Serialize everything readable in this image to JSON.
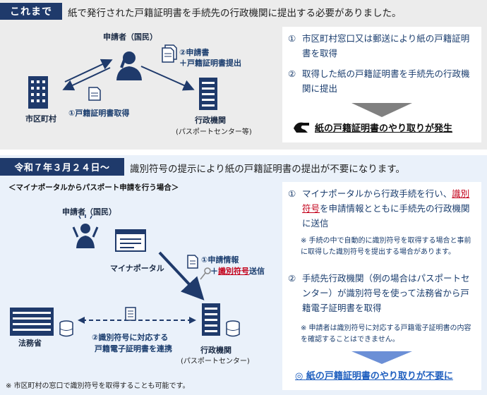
{
  "before": {
    "tag": "これまで",
    "heading": "紙で発行された戸籍証明書を手続先の行政機関に提出する必要がありました。",
    "applicant": "申請者（国民）",
    "municipality": "市区町村",
    "step1_label": "①戸籍証明書取得",
    "step2_label_a": "②申請書",
    "step2_label_b": "＋戸籍証明書提出",
    "agency": "行政機関",
    "agency_note": "(パスポートセンター等)",
    "points": [
      {
        "num": "①",
        "text": "市区町村窓口又は郵送により紙の戸籍証明書を取得"
      },
      {
        "num": "②",
        "text": "取得した紙の戸籍証明書を手続先の行政機関に提出"
      }
    ],
    "conclusion": "紙の戸籍証明書のやり取りが発生"
  },
  "after": {
    "tag": "令和７年３月２４日～",
    "heading": "識別符号の提示により紙の戸籍証明書の提出が不要になります。",
    "case_title": "＜マイナポータルからパスポート申請を行う場合＞",
    "applicant": "申請者（国民）",
    "portal": "マイナポータル",
    "step1_label_a": "①申請情報",
    "step1_label_b_prefix": "＋",
    "step1_label_b_red": "識別符号",
    "step1_label_b_suffix": "送信",
    "ministry": "法務省",
    "step2_label_a": "②識別符号に対応する",
    "step2_label_b": "戸籍電子証明書を連携",
    "agency": "行政機関",
    "agency_note": "(パスポートセンター)",
    "footnote": "※ 市区町村の窓口で識別符号を取得することも可能です。",
    "point1_num": "①",
    "point1_a": "マイナポータルから行政手続を行い、",
    "point1_red": "識別符号",
    "point1_b": "を申請情報とともに手続先の行政機関に送信",
    "note1": "※ 手続の中で自動的に識別符号を取得する場合と事前に取得した識別符号を提出する場合があります。",
    "point2_num": "②",
    "point2_text": "手続先行政機関（例の場合はパスポートセンター）が識別符号を使って法務省から戸籍電子証明書を取得",
    "note2": "※ 申請者は識別符号に対応する戸籍電子証明書の内容を確認することはできません。",
    "conclusion_mark": "◎",
    "conclusion": "紙の戸籍証明書のやり取りが不要に"
  },
  "colors": {
    "navy": "#1f3a6b",
    "red": "#c3001a",
    "bg_before": "#ececec",
    "bg_after": "#eaf1fa"
  }
}
